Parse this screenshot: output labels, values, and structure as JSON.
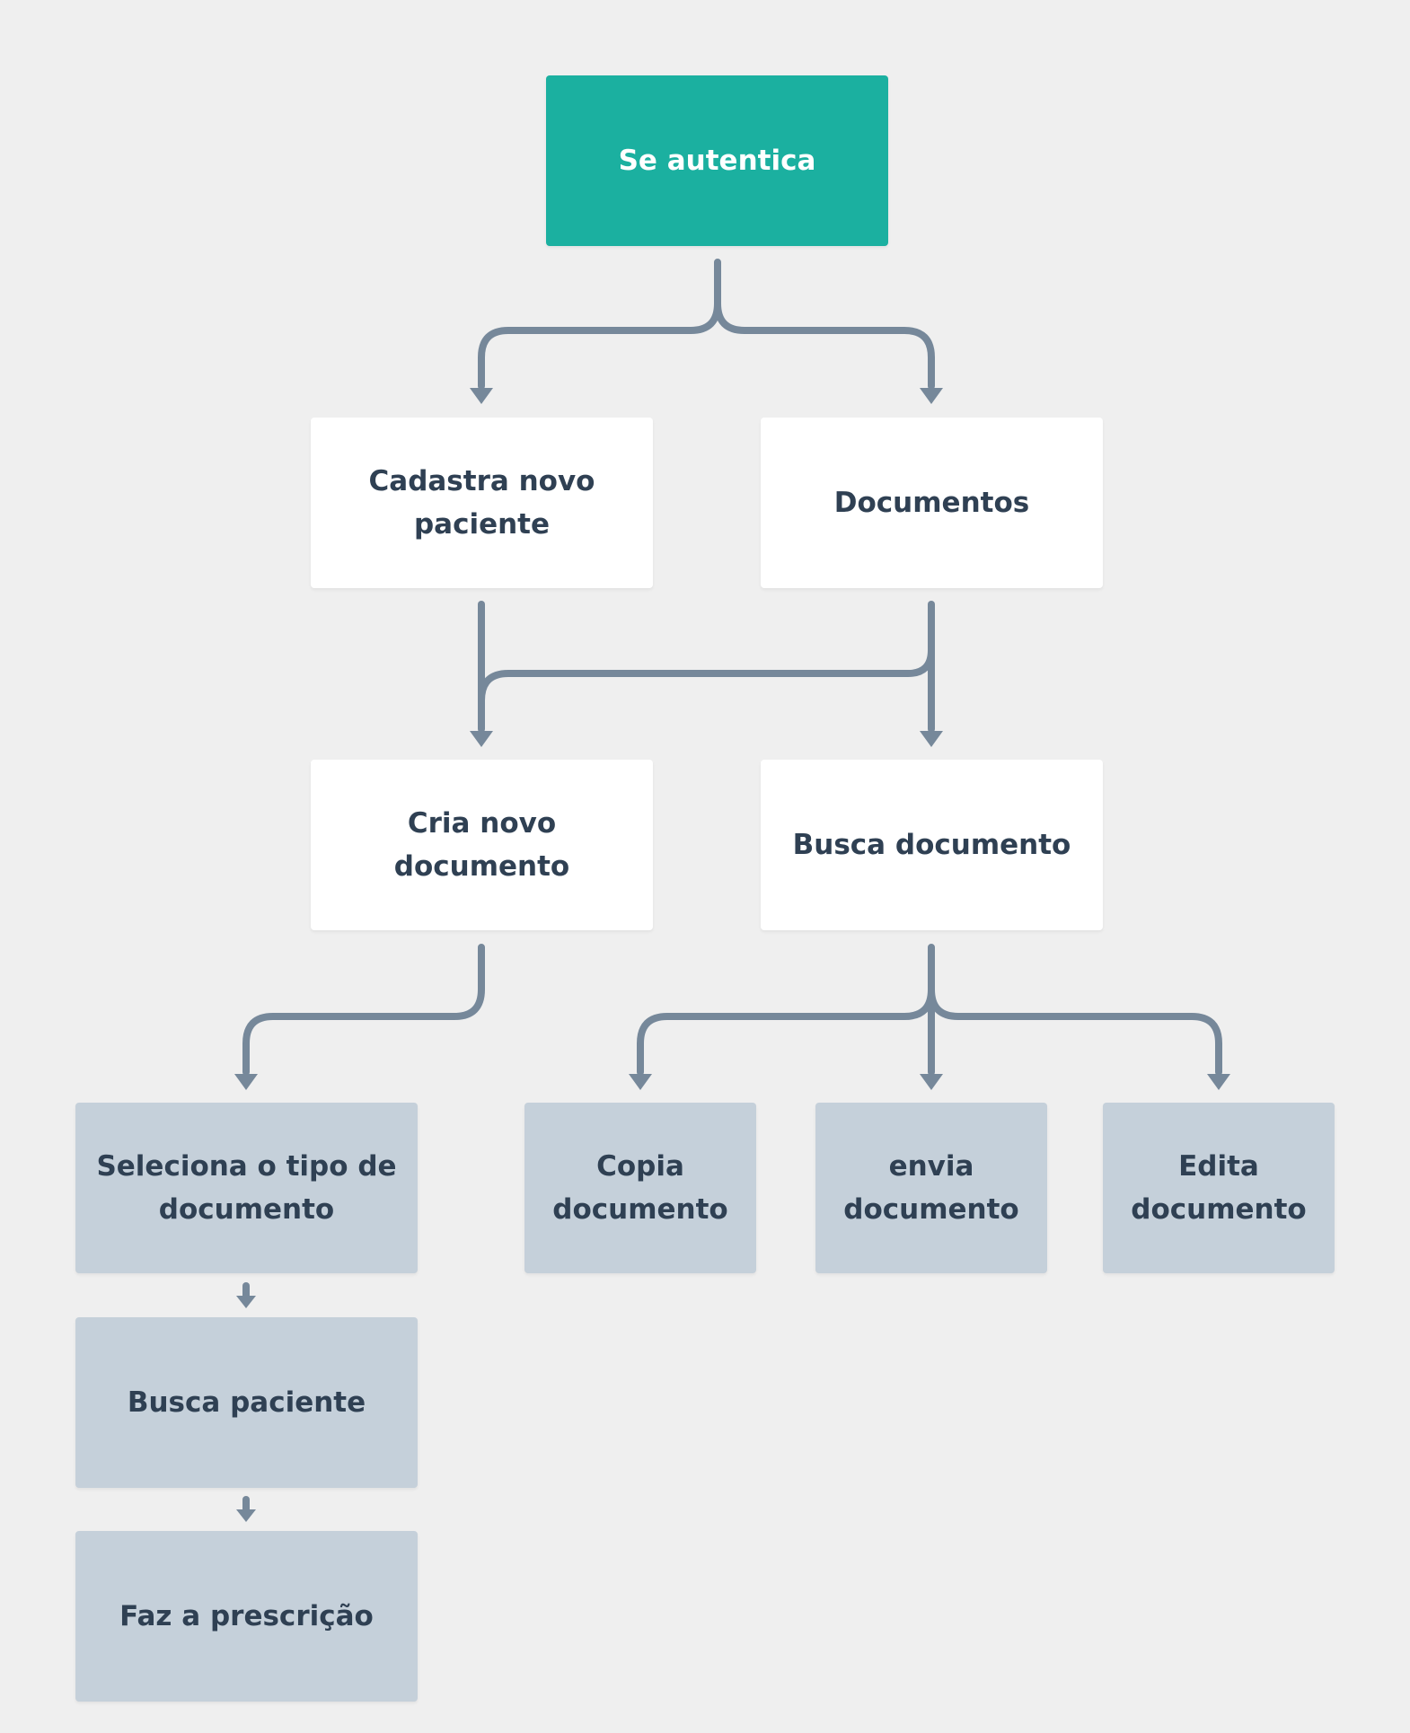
{
  "nodes": {
    "auth": "Se autentica",
    "cadastra": "Cadastra novo paciente",
    "documentos": "Documentos",
    "cria": "Cria novo documento",
    "busca_documento": "Busca documento",
    "seleciona": "Seleciona o tipo de documento",
    "copia": "Copia documento",
    "envia": "envia documento",
    "edita": "Edita documento",
    "busca_paciente": "Busca paciente",
    "faz_prescricao": "Faz a prescrição"
  },
  "colors": {
    "background": "#efefef",
    "primary_node": "#1bb0a0",
    "secondary_node": "#ffffff",
    "tertiary_node": "#c5d0da",
    "connector": "#76889a",
    "text": "#2f4053"
  }
}
